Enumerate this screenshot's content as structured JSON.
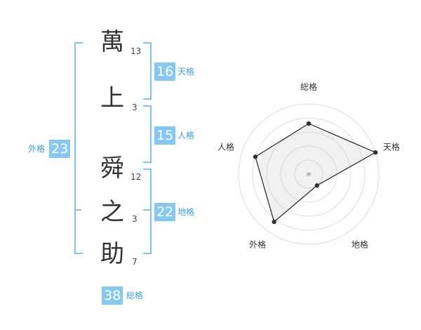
{
  "name": {
    "chars": [
      {
        "char": "萬",
        "strokes": "13"
      },
      {
        "char": "上",
        "strokes": "3"
      },
      {
        "char": "舜",
        "strokes": "12"
      },
      {
        "char": "之",
        "strokes": "3"
      },
      {
        "char": "助",
        "strokes": "7"
      }
    ]
  },
  "kakusu": {
    "tenkaku": {
      "value": "16",
      "label": "天格"
    },
    "jinkaku": {
      "value": "15",
      "label": "人格"
    },
    "chikaku": {
      "value": "22",
      "label": "地格"
    },
    "gaikaku": {
      "value": "23",
      "label": "外格"
    },
    "soukaku": {
      "value": "38",
      "label": "総格"
    }
  },
  "colors": {
    "accent": "#86c8f4",
    "accent_text": "#3aa0e0",
    "bracket": "#7fc3f0"
  },
  "chart_data": {
    "type": "radar",
    "axes": [
      "総格",
      "天格",
      "地格",
      "外格",
      "人格"
    ],
    "values": [
      3.6,
      5.0,
      1.0,
      4.2,
      4.0
    ],
    "rmax": 5,
    "rings": 5
  }
}
